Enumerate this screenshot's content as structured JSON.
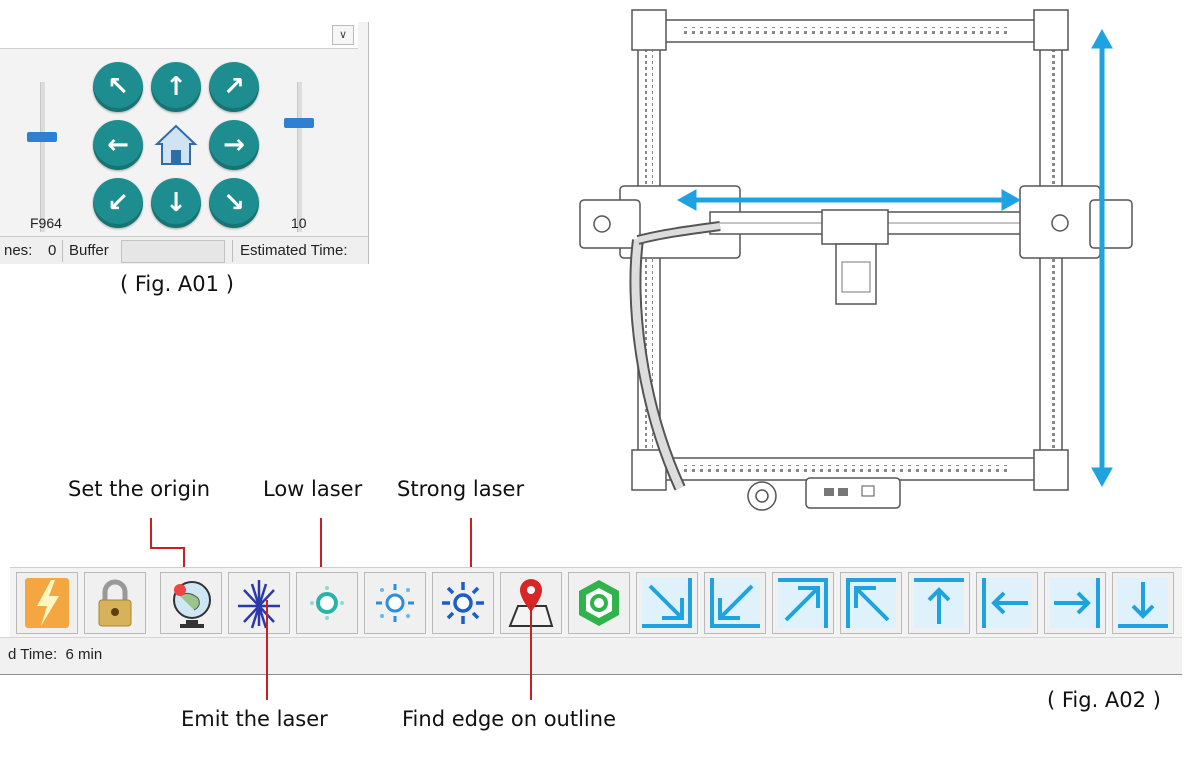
{
  "fig_a01": {
    "feed_label": "F964",
    "step_label": "10",
    "status_lines": "nes:",
    "status_lines_value": "0",
    "status_buffer": "Buffer",
    "status_estimated": "Estimated Time:",
    "caption": "( Fig. A01 )"
  },
  "fig_a02": {
    "caption": "( Fig. A02 )",
    "status_text": "d Time:  6 min",
    "callouts": {
      "set_origin": "Set the origin",
      "low_laser": "Low laser",
      "strong_laser": "Strong laser",
      "emit_laser": "Emit the laser",
      "find_edge": "Find edge on outline"
    },
    "toolbar_icons": [
      "lightning-icon",
      "lock-icon",
      "globe-origin-icon",
      "laser-emit-icon",
      "low-laser-icon",
      "medium-laser-icon",
      "strong-laser-icon",
      "map-pin-outline-icon",
      "hexagon-frame-icon",
      "move-down-right-icon",
      "move-down-left-icon",
      "move-up-right-icon",
      "move-up-left-icon",
      "move-top-icon",
      "move-left-icon",
      "move-right-icon",
      "move-bottom-icon"
    ]
  },
  "colors": {
    "accent_blue": "#1ea3e0",
    "jog_teal": "#1e8d8f",
    "callout_red": "#cc2020",
    "hexagon_green": "#2fb34a"
  }
}
